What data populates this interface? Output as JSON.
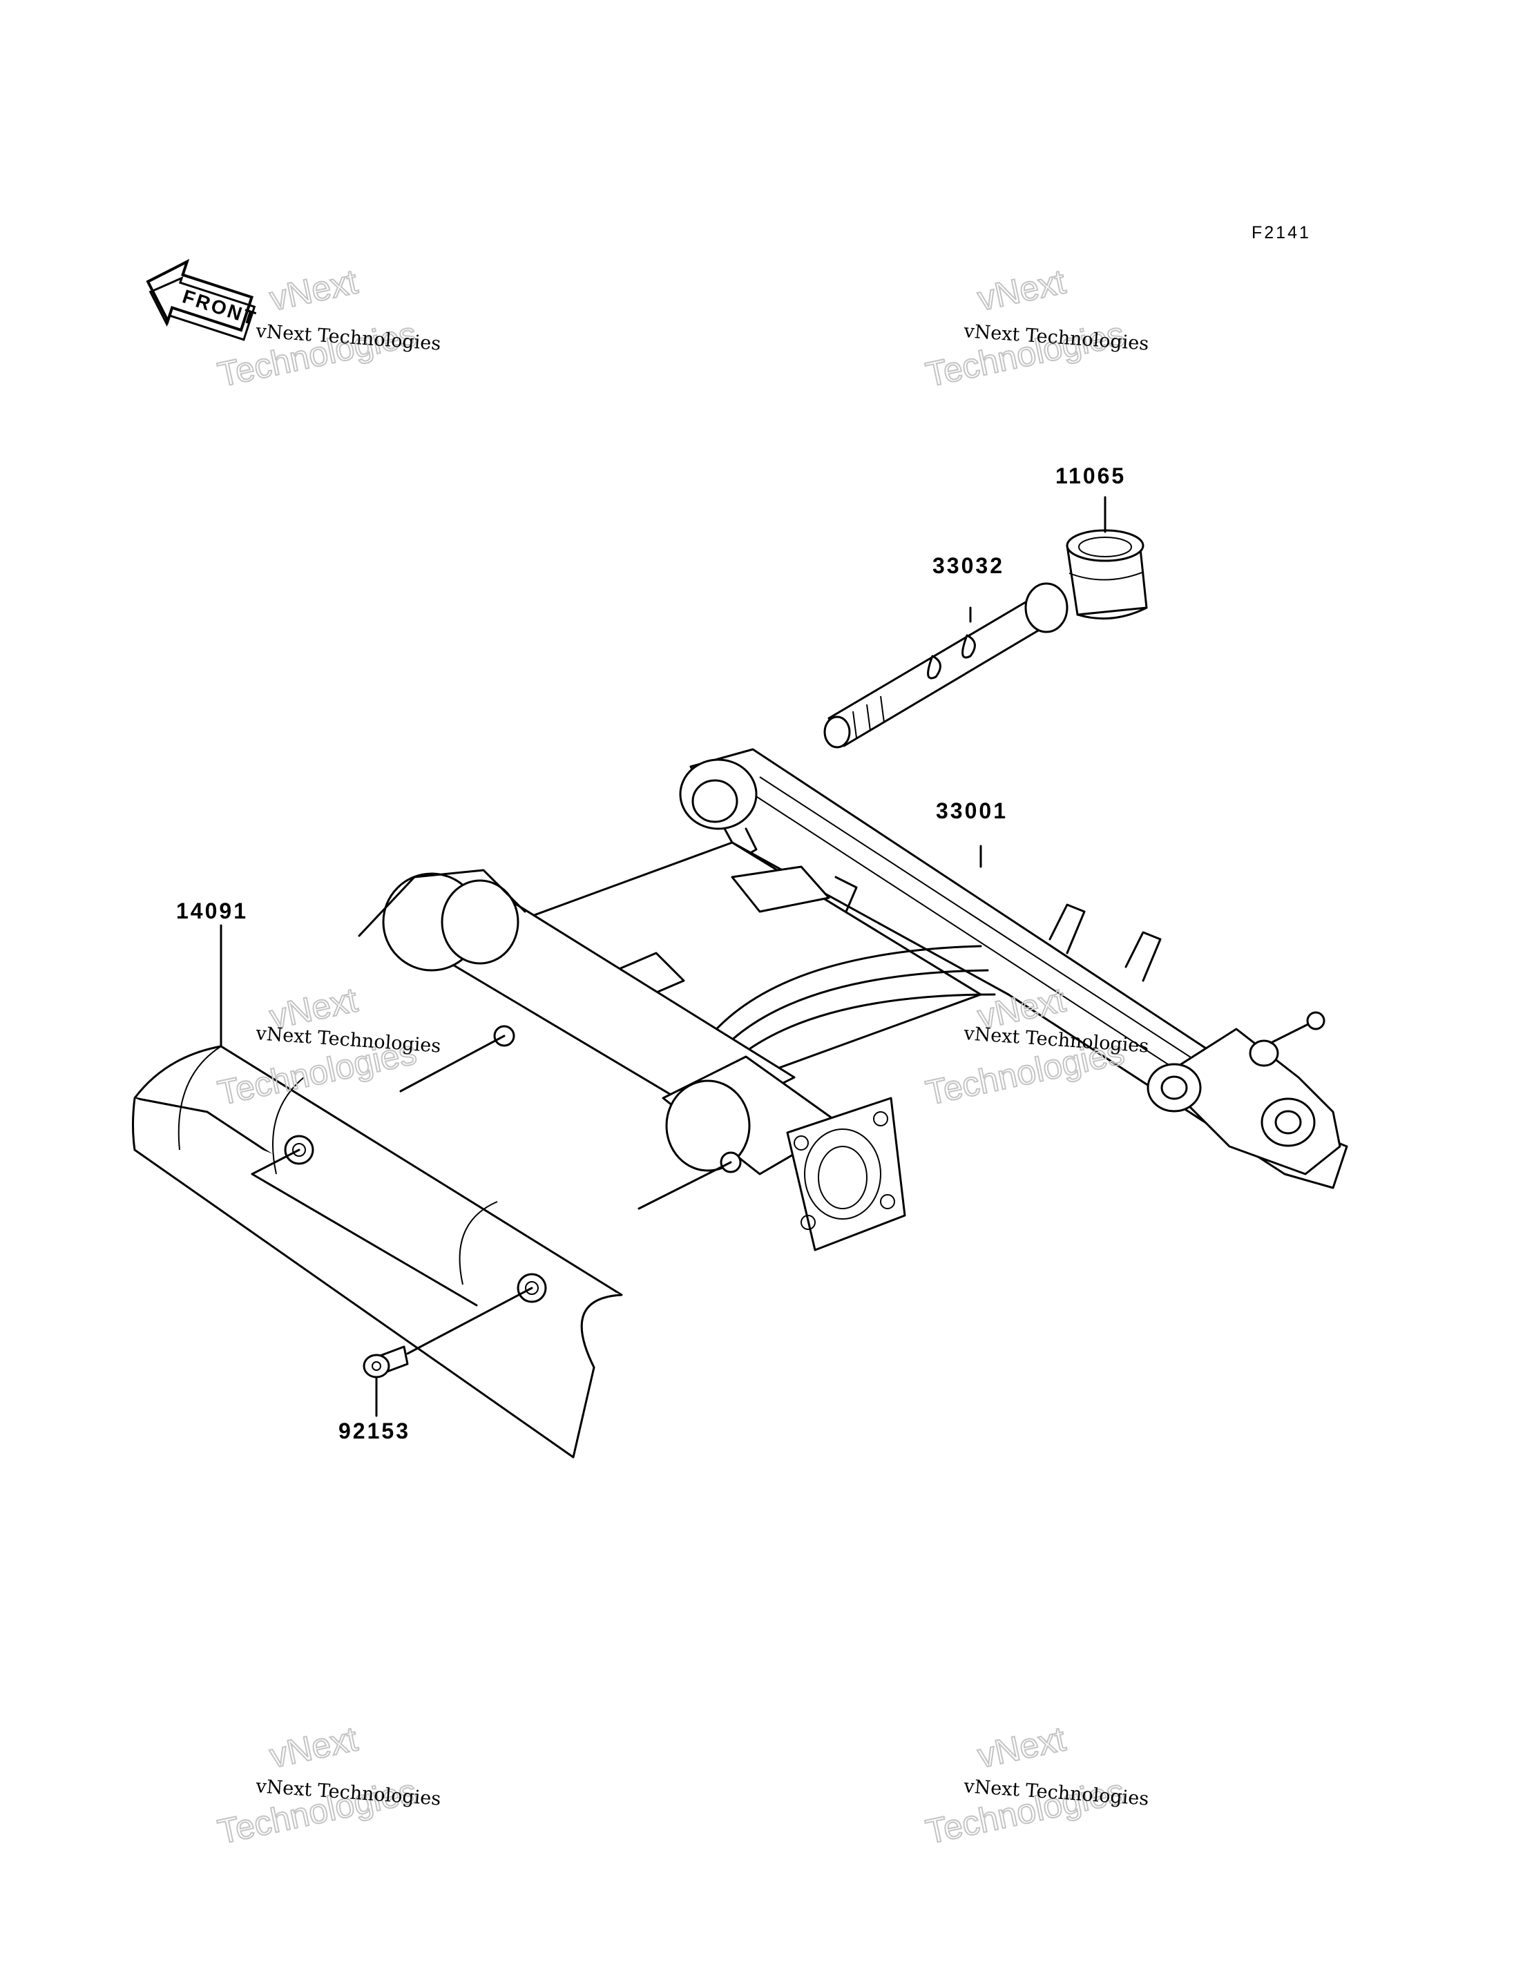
{
  "figure_code": "F2141",
  "front_indicator": {
    "label": "FRONT",
    "icon": "front-arrow-icon"
  },
  "parts": [
    {
      "number": "11065"
    },
    {
      "number": "33032"
    },
    {
      "number": "33001"
    },
    {
      "number": "14091"
    },
    {
      "number": "92153"
    }
  ],
  "watermark": {
    "line1": "vNext Technologies",
    "big1": "vNext",
    "big2": "Technologies"
  }
}
